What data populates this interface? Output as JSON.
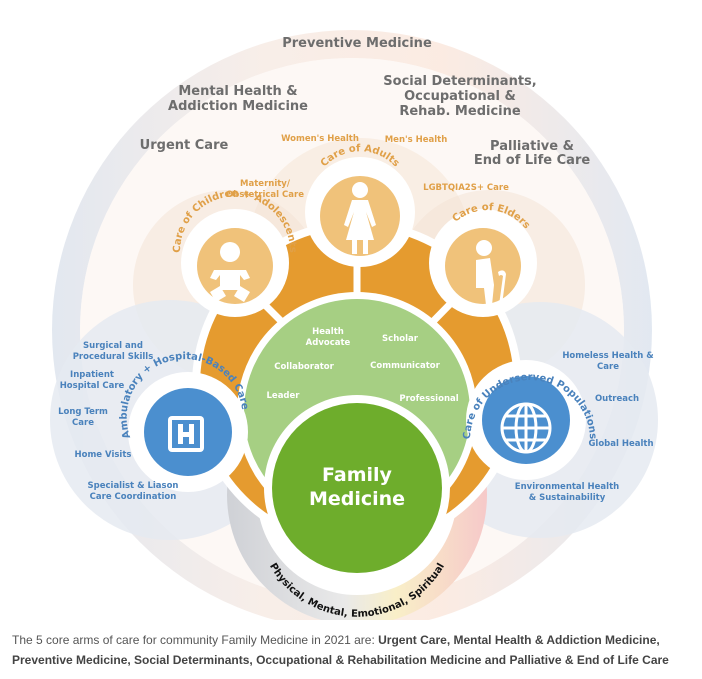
{
  "outer_arms": {
    "preventive": "Preventive Medicine",
    "mental_1": "Mental Health &",
    "mental_2": "Addiction Medicine",
    "social_1": "Social Determinants,",
    "social_2": "Occupational &",
    "social_3": "Rehab. Medicine",
    "urgent": "Urgent Care",
    "palliative_1": "Palliative &",
    "palliative_2": "End of Life Care"
  },
  "orange_labels": {
    "womens": "Women's Health",
    "mens": "Men's Health",
    "maternity_1": "Maternity/",
    "maternity_2": "Obstetrical Care",
    "lgbt": "LGBTQIA2S+ Care"
  },
  "circles": {
    "adults": "Care of Adults",
    "children": "Care of Children + Adolescents",
    "elders": "Care of Elders",
    "hospital": "Ambulatory + Hospital-Based Care",
    "underserved": "Care of Underserved Populations"
  },
  "hospital_items": {
    "surgical_1": "Surgical and",
    "surgical_2": "Procedural Skills",
    "inpatient_1": "Inpatient",
    "inpatient_2": "Hospital Care",
    "longterm_1": "Long Term",
    "longterm_2": "Care",
    "home": "Home Visits",
    "specialist_1": "Specialist & Liason",
    "specialist_2": "Care Coordination"
  },
  "underserved_items": {
    "homeless_1": "Homeless Health &",
    "homeless_2": "Care",
    "outreach": "Outreach",
    "global": "Global Health",
    "env_1": "Environmental Health",
    "env_2": "& Sustainability"
  },
  "roles": {
    "health_1": "Health",
    "health_2": "Advocate",
    "scholar": "Scholar",
    "collaborator": "Collaborator",
    "communicator": "Communicator",
    "leader": "Leader",
    "professional": "Professional"
  },
  "center": {
    "line1": "Family",
    "line2": "Medicine",
    "arc": "Physical, Mental, Emotional, Spiritual"
  },
  "caption": {
    "intro": "The 5 core arms of care for community Family Medicine in 2021 are: ",
    "bold": "Urgent Care, Mental Health & Addiction Medicine, Preventive Medicine, Social Determinants, Occupational & Rehabilitation Medicine and Palliative & End of Life Care"
  },
  "colors": {
    "orange": "#e59b2f",
    "light_orange": "#f0c27a",
    "green_light": "#a6cf83",
    "green_dark": "#6ead2c",
    "blue": "#4b8fcf",
    "text_gray": "#6d6d6d",
    "text_orange": "#e0a048",
    "text_blue": "#4a82bc"
  }
}
